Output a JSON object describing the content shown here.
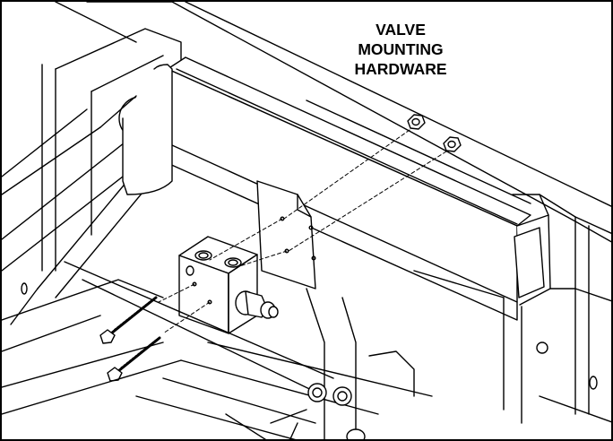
{
  "title_lines": [
    "VALVE",
    "MOUNTING",
    "HARDWARE"
  ],
  "colors": {
    "ink": "#000000",
    "fill": "#ffffff",
    "border": "#000000"
  }
}
